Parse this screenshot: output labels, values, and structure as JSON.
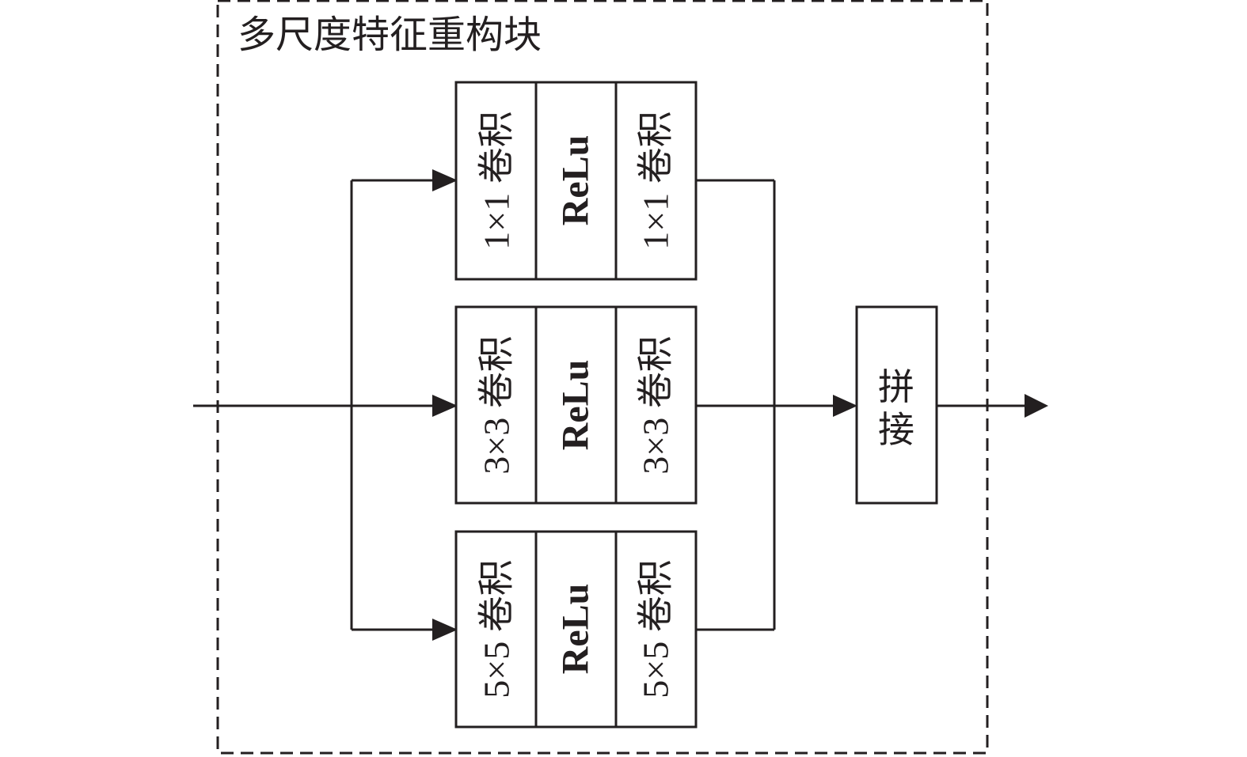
{
  "block_title": "多尺度特征重构块",
  "branches": [
    {
      "first_conv": "1×1 卷积",
      "activation": "ReLu",
      "second_conv": "1×1 卷积"
    },
    {
      "first_conv": "3×3 卷积",
      "activation": "ReLu",
      "second_conv": "3×3 卷积"
    },
    {
      "first_conv": "5×5 卷积",
      "activation": "ReLu",
      "second_conv": "5×5 卷积"
    }
  ],
  "concat": {
    "line1": "拼",
    "line2": "接"
  },
  "colors": {
    "ink": "#231f20",
    "background": "#ffffff"
  }
}
